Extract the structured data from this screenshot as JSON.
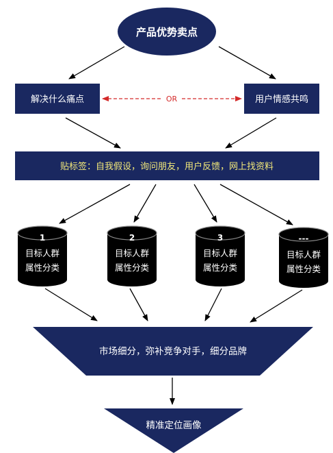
{
  "diagram": {
    "top_node": "产品优势卖点",
    "left_box": "解决什么痛点",
    "right_box": "用户情感共鸣",
    "or_label": "OR",
    "tag_bar": "贴标签：自我假设，询问朋友，用户反馈，网上找资料",
    "groups": [
      {
        "index": "1",
        "line1": "目标人群",
        "line2": "属性分类"
      },
      {
        "index": "2",
        "line1": "目标人群",
        "line2": "属性分类"
      },
      {
        "index": "3",
        "line1": "目标人群",
        "line2": "属性分类"
      },
      {
        "index": "---",
        "line1": "目标人群",
        "line2": "属性分类"
      }
    ],
    "funnel_top": "市场细分，弥补竞争对手，细分品牌",
    "funnel_bottom": "精准定位画像"
  },
  "colors": {
    "navy": "#1a2860",
    "black": "#000000",
    "white": "#ffffff",
    "tag_text": "#f3e97a",
    "or_red": "#d42a2a"
  }
}
